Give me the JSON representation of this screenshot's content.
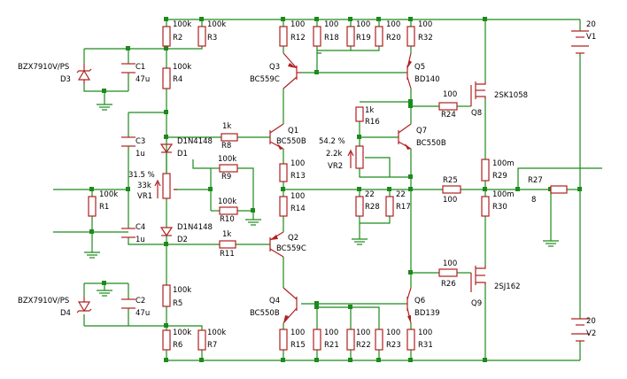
{
  "colors": {
    "wire": "#1c8a1c",
    "component": "#b02020",
    "text": "#000000",
    "background": "#ffffff"
  },
  "labels": {
    "R1": "R1",
    "R1v": "100k",
    "R2": "R2",
    "R2v": "100k",
    "R3": "R3",
    "R3v": "100k",
    "R4": "R4",
    "R4v": "100k",
    "R5": "R5",
    "R5v": "100k",
    "R6": "R6",
    "R6v": "100k",
    "R7": "R7",
    "R7v": "100k",
    "R8": "R8",
    "R8v": "1k",
    "R9": "R9",
    "R9v": "100k",
    "R10": "R10",
    "R10v": "100k",
    "R11": "R11",
    "R11v": "1k",
    "R12": "R12",
    "R12v": "100",
    "R13": "R13",
    "R13v": "100",
    "R14": "R14",
    "R14v": "100",
    "R15": "R15",
    "R15v": "100",
    "R16": "R16",
    "R16v": "1k",
    "R17": "R17",
    "R17v": "22",
    "R18": "R18",
    "R18v": "100",
    "R19": "R19",
    "R19v": "100",
    "R20": "R20",
    "R20v": "100",
    "R21": "R21",
    "R21v": "100",
    "R22": "R22",
    "R22v": "100",
    "R23": "R23",
    "R23v": "100",
    "R24": "R24",
    "R24v": "100",
    "R25": "R25",
    "R25v": "100",
    "R26": "R26",
    "R26v": "100",
    "R27": "R27",
    "R27v": "8",
    "R28": "R28",
    "R28v": "22",
    "R29": "R29",
    "R29v": "100m",
    "R30": "R30",
    "R30v": "100m",
    "R31": "R31",
    "R31v": "100",
    "R32": "R32",
    "R32v": "100",
    "C1": "C1",
    "C1v": "47u",
    "C2": "C2",
    "C2v": "47u",
    "C3": "C3",
    "C3v": "1u",
    "C4": "C4",
    "C4v": "1u",
    "D1": "D1",
    "D1v": "D1N4148",
    "D2": "D2",
    "D2v": "D1N4148",
    "D3": "D3",
    "D3v": "BZX7910V/PS",
    "D4": "D4",
    "D4v": "BZX7910V/PS",
    "VR1": "VR1",
    "VR1v": "33k",
    "VR1p": "31.5 %",
    "VR2": "VR2",
    "VR2v": "2.2k",
    "VR2p": "54.2 %",
    "Q1": "Q1",
    "Q1v": "BC550B",
    "Q2": "Q2",
    "Q2v": "BC559C",
    "Q3": "Q3",
    "Q3v": "BC559C",
    "Q4": "Q4",
    "Q4v": "BC550B",
    "Q5": "Q5",
    "Q5v": "BD140",
    "Q6": "Q6",
    "Q6v": "BD139",
    "Q7": "Q7",
    "Q7v": "BC550B",
    "Q8": "Q8",
    "Q8v": "2SK1058",
    "Q9": "Q9",
    "Q9v": "2SJ162",
    "V1": "V1",
    "V1v": "20",
    "V2": "V2",
    "V2v": "20"
  }
}
